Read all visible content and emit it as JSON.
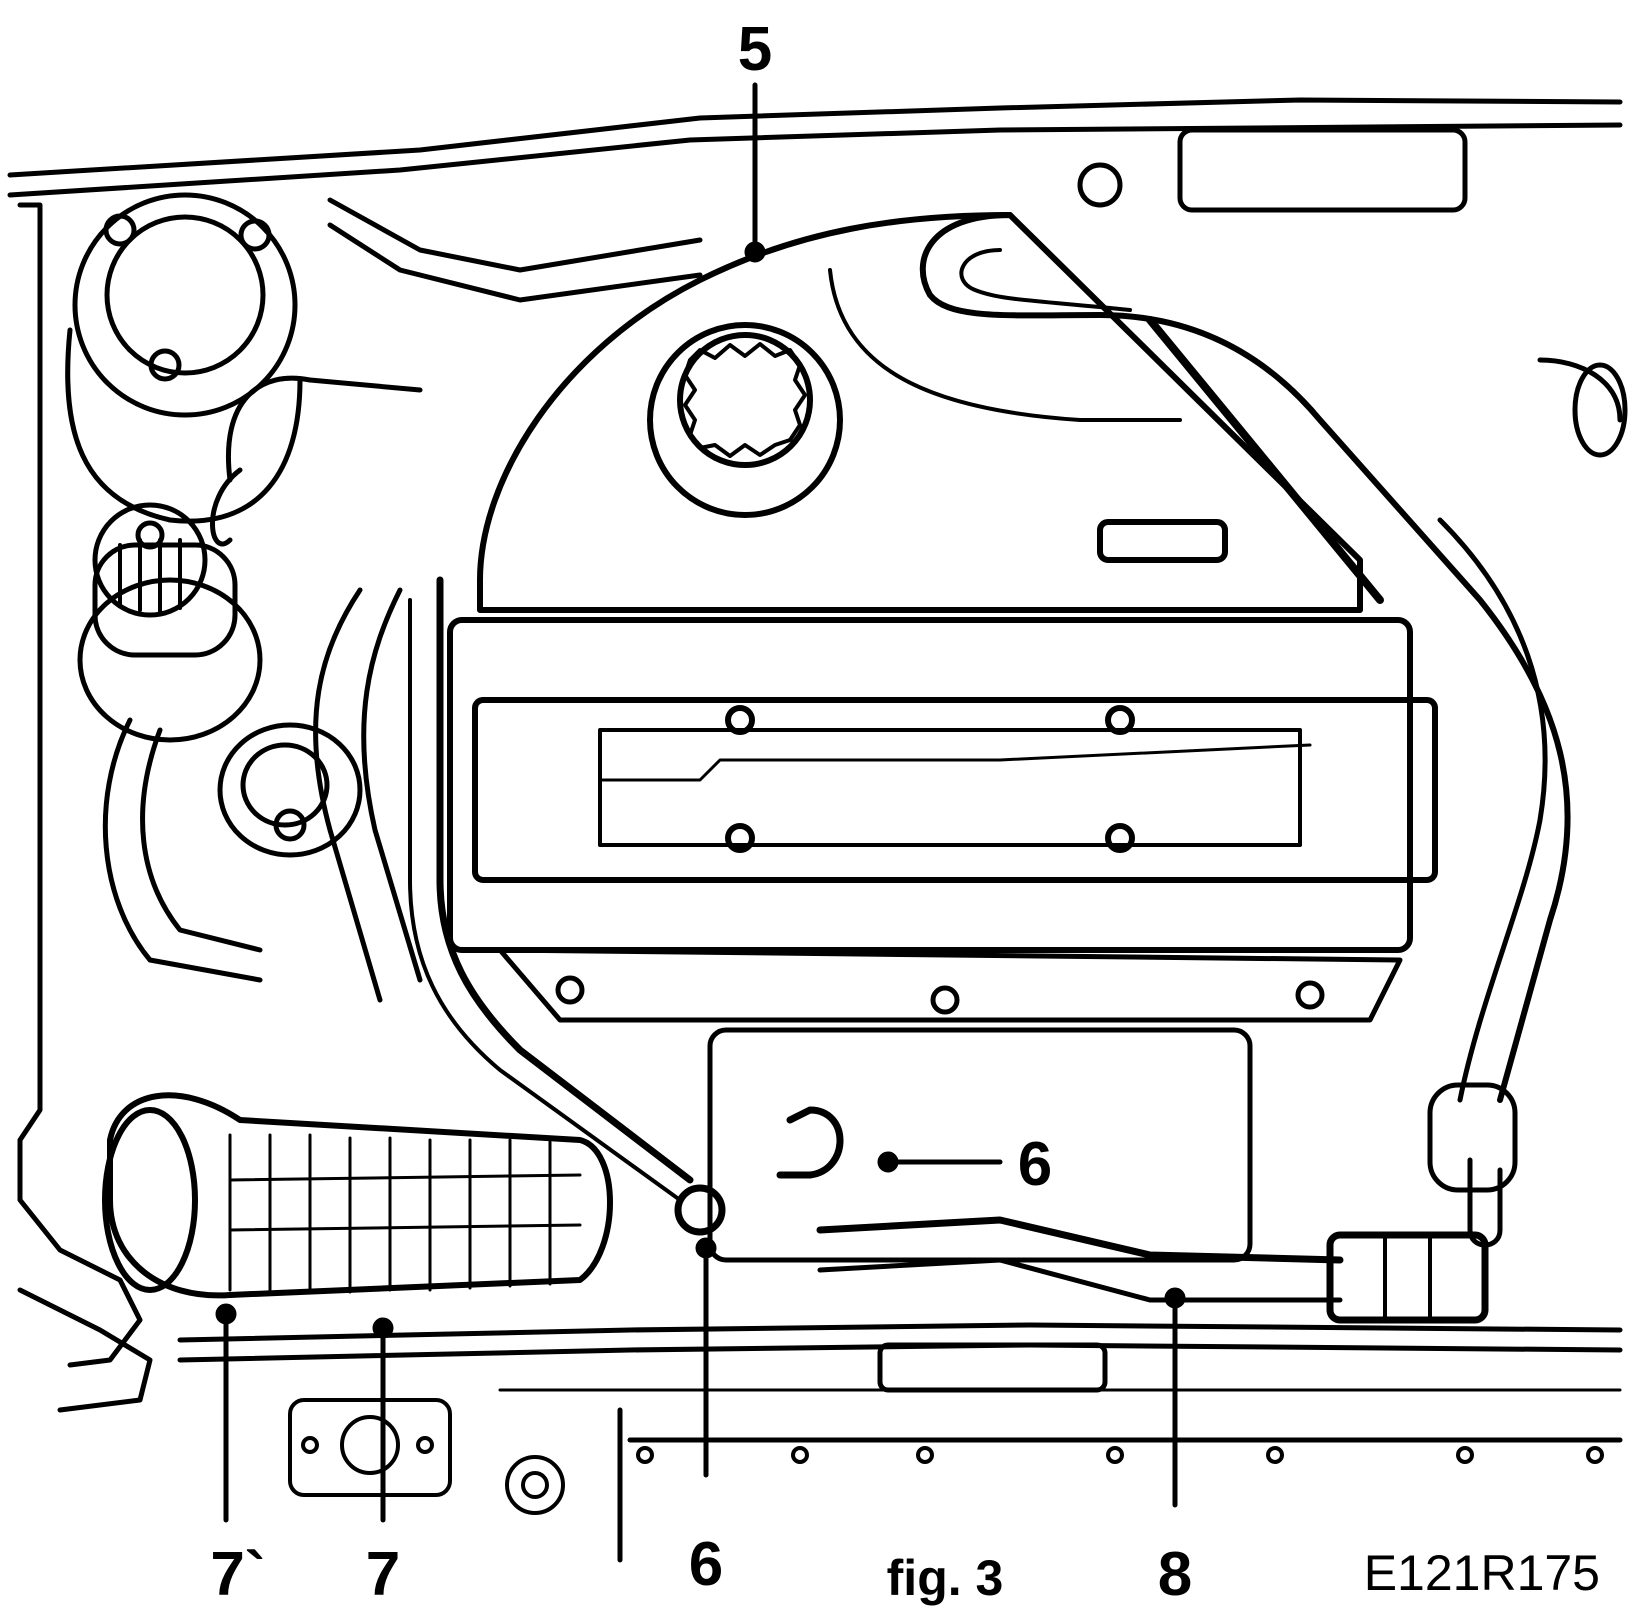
{
  "callouts": {
    "label_5": "5",
    "label_6_right": "6",
    "label_6_bottom": "6",
    "label_7_prime": "7`",
    "label_7": "7",
    "label_8": "8"
  },
  "caption": "fig. 3",
  "drawing_code": "E121R175",
  "colors": {
    "ink": "#000000",
    "paper": "#ffffff"
  }
}
